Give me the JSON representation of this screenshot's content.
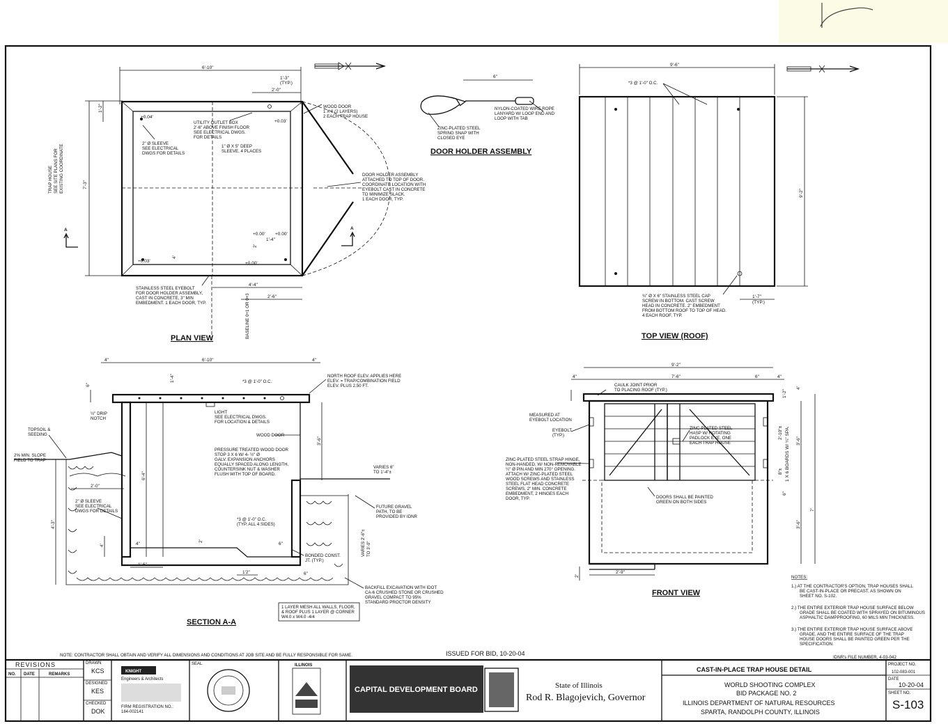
{
  "sheet": {
    "contractor_note": "NOTE: CONTRACTOR SHALL OBTAIN AND VERIFY ALL DIMENSIONS AND CONDITIONS AT JOB SITE AND BE FULLY RESPONSIBLE FOR SAME.",
    "issued": "ISSUED FOR BID, 10-20-04",
    "idnr_file": "IDNR's FILE NUMBER, 4-03-042"
  },
  "plan_view": {
    "title": "PLAN VIEW",
    "dims": [
      "6'-10\"",
      "1'-3\"",
      "(TYP.)",
      "2'-0\"",
      "7'-3\"",
      "4'-4\"",
      "2'-6\"",
      "1'-4\"",
      "2'",
      "1'-2\"",
      "4'",
      "1'-4\"",
      "(TYP.)"
    ],
    "elevs": [
      "+0.04'",
      "+0.03'",
      "+0.03'",
      "+0.00'",
      "+0.00'",
      "+0.00'"
    ],
    "section_mark": "A",
    "side_note_1": "TRAP HOUSE",
    "side_note_2": "SEE SITE PLANS FOR",
    "side_note_3": "EXISTING COORDINATE",
    "centerline": "BASELINE 0+1 OR 0+3",
    "notes": {
      "wood_door": [
        "WOOD DOOR",
        "1 X 6 (2 LAYERS)",
        "2 EACH TRAP HOUSE"
      ],
      "utility": [
        "UTILITY OUTLET BOX",
        "2'-6\" ABOVE FINISH FLOOR",
        "SEE ELECTRICAL DWGS.",
        "FOR DETAILS"
      ],
      "sleeve": [
        "2\" Ø SLEEVE",
        "SEE ELECTRICAL",
        "DWGS FOR DETAILS"
      ],
      "deep_sleeve": [
        "1\" Ø X 5\" DEEP",
        "SLEEVE, 4 PLACES"
      ],
      "door_holder": [
        "DOOR HOLDER ASSEMBLY",
        "ATTACHED TO TOP OF DOOR.",
        "COORDINATE LOCATION WITH",
        "EYEBOLT CAST IN CONCRETE",
        "TO MINIMIZE SLACK.",
        "1 EACH DOOR, TYP."
      ],
      "eyebolt": [
        "STAINLESS STEEL EYEBOLT",
        "FOR DOOR HOLDER ASSEMBLY,",
        "CAST IN CONCRETE, 3\" MIN",
        "EMBEDMENT.  1 EACH DOOR, TYP."
      ]
    }
  },
  "door_holder": {
    "title": "DOOR HOLDER ASSEMBLY",
    "dim": "6\"",
    "notes": {
      "lanyard": [
        "NYLON-COATED WIRE ROPE",
        "LANYARD W/ LOOP END AND",
        "LOOP WITH TAB"
      ],
      "snap": [
        "ZINC-PLATED STEEL",
        "SPRING SNAP WITH",
        "CLOSED EYE"
      ]
    }
  },
  "top_view": {
    "title": "TOP VIEW (ROOF)",
    "dims": [
      "9'-6\"",
      "9'-2\"",
      "1'-7\"",
      "(TYP.)"
    ],
    "spacing_note": "*3 @ 1'-0\" O.C.",
    "cap_note": [
      "¾\" Ø X 6\" STAINLESS STEEL CAP",
      "SCREW IN BOTTOM.  CAST SCREW",
      "HEAD IN CONCRETE.  2\" EMBEDMENT",
      "FROM BOTTOM ROOF TO TOP OF HEAD.",
      "4 EACH ROOF, TYP."
    ]
  },
  "section_aa": {
    "title": "SECTION A-A",
    "dims": [
      "4\"",
      "6'-10\"",
      "4\"",
      "2'-0\"",
      "4\"",
      "1'-6\"",
      "6\"",
      "1'2\"",
      "6\"",
      "4'-3\"",
      "4'",
      "3'-6\"",
      "6'-4\"",
      "6\"",
      "1'-4\"",
      "2'"
    ],
    "notes": {
      "roof_elev": [
        "NORTH ROOF ELEV. APPLIES HERE",
        "ELEV. = TRAP/COMBINATION FIELD",
        "ELEV. PLUS 2.50 FT."
      ],
      "spacing": "*3 @ 1'-0\" O.C.",
      "drip": [
        "½\" DRIP",
        "NOTCH"
      ],
      "light": [
        "LIGHT",
        "SEE ELECTRICAL DWGS.",
        "FOR LOCATION & DETAILS"
      ],
      "wood_door": "WOOD DOOR",
      "stop": [
        "PRESSURE TREATED WOOD DOOR",
        "STOP 3 X 6  W/ 4- ½\" Ø",
        "GALV. EXPANSION ANCHORS",
        "EQUALLY SPACED ALONG LENGTH.",
        "COUNTERSINK NUT & WASHER",
        "FLUSH WITH TOP OF BOARD."
      ],
      "topsoil": [
        "TOPSOIL &",
        "SEEDING"
      ],
      "slope": [
        "2% MIN. SLOPE",
        "FIELD TO TRAP"
      ],
      "sleeve": [
        "2\" Ø SLEEVE",
        "SEE ELECTRICAL",
        "DWGS FOR DETAILS"
      ],
      "varies": [
        "VARIES 6\"",
        "TO 1'-4\"±"
      ],
      "gravel": [
        "FUTURE GRAVEL",
        "PATH, TO BE",
        "PROVIDED BY IDNR"
      ],
      "spacing2": [
        "*3 @ 1'-0\" O.C.",
        "(TYP. ALL 4 SIDES)"
      ],
      "bonded": [
        "BONDED CONST.",
        "JT. (TYP.)"
      ],
      "varies2": [
        "VARIES 2'-6\"±",
        "TO 3'-0\""
      ],
      "backfill": [
        "BACKFILL EXCAVATION WITH IDOT",
        "CA-6 CRUSHED STONE OR CRUSHED",
        "GRAVEL COMPACT TO 95%",
        "STANDARD PROCTOR DENSITY"
      ],
      "mesh": [
        "1 LAYER MESH ALL WALLS, FLOOR,",
        "& ROOF PLUS 1 LAYER @ CORNER",
        "W4.0 x W4.0 -4/4"
      ]
    }
  },
  "front_view": {
    "title": "FRONT VIEW",
    "dims": [
      "9'-2\"",
      "4\"",
      "7'-6\"",
      "6\"",
      "4\"",
      "2'-9\"",
      "2'",
      "3'-6\"",
      "7'",
      "3'-6\"",
      "4'",
      "1'-2\"",
      "6\"",
      "2'-10\"±",
      "8\"±"
    ],
    "notes": {
      "caulk": [
        "CAULK JOINT PRIOR",
        "TO PLACING ROOF (TYP.)"
      ],
      "measured": [
        "MEASURED AT",
        "EYEBOLT LOCATION"
      ],
      "eyebolt": [
        "EYEBOLT",
        "(TYP.)"
      ],
      "hasp": [
        "ZINC-PLATED STEEL",
        "HASP W/ ROTATING",
        "PADLOCK EYE, ONE",
        "EACH TRAP HOUSE"
      ],
      "hinge": [
        "ZINC-PLATED STEEL STRAP HINGE,",
        "NON-HANDED, W/ NON-REMOVABLE",
        "¼\" Ø PIN AND MIN 270° OPENING.",
        "ATTACH W/ ZINC-PLATED STEEL",
        "WOOD SCREWS AND STAINLESS",
        "STEEL FLAT HEAD CONCRETE",
        "SCREWS, 2\" MIN. CONCRETE",
        "EMBEDMENT, 2 HINGES EACH",
        "DOOR, TYP."
      ],
      "paint": [
        "DOORS SHALL BE PAINTED",
        "GREEN ON BOTH SIDES"
      ],
      "boards": "1 X 6 BOARDS W/ ¼\" SPA."
    }
  },
  "general_notes": {
    "heading": "NOTES:",
    "items": [
      [
        "1.) AT THE CONTRACTOR'S OPTION, TRAP HOUSES SHALL",
        "BE CAST-IN-PLACE OR PRECAST, AS SHOWN ON",
        "SHEET NO. S-102."
      ],
      [
        "2.) THE ENTIRE EXTERIOR TRAP HOUSE SURFACE BELOW",
        "GRADE SHALL BE COATED WITH SPRAYED ON BITUMINOUS",
        "ASPHALTIC DAMPPROOFING, 60 MILS MIN THICKNESS."
      ],
      [
        "3.) THE ENTIRE EXTERIOR TRAP HOUSE SURFACE ABOVE",
        "GRADE, AND THE ENTIRE SURFACE OF THE TRAP",
        "HOUSE DOORS SHALL BE PAINTED GREEN PER THE",
        "SPECIFICATION."
      ]
    ]
  },
  "title_block": {
    "revisions": "REVISIONS",
    "rev_cols": [
      "NO.",
      "DATE",
      "REMARKS"
    ],
    "drawn_label": "DRAWN",
    "drawn": "KCS",
    "designed_label": "DESIGNED",
    "designed": "KES",
    "checked_label": "CHECKED",
    "checked": "DOK",
    "firm": "KNIGHT",
    "firm_sub": "Engineers & Architects",
    "firm_reg": [
      "FIRM REGISTRATION NO.:",
      "184-002141"
    ],
    "seal_label": "SEAL",
    "state_seal": "ILLINOIS",
    "board": "CAPITAL DEVELOPMENT BOARD",
    "state": "State of Illinois",
    "governor": "Rod R. Blagojevich, Governor",
    "sheet_title": "CAST-IN-PLACE TRAP HOUSE DETAIL",
    "project_lines": [
      "WORLD SHOOTING COMPLEX",
      "BID PACKAGE NO. 2",
      "ILLINOIS DEPARTMENT OF NATURAL RESOURCES",
      "SPARTA, RANDOLPH COUNTY, ILLINOIS"
    ],
    "project_no_label": "PROJECT NO.",
    "project_no": "102-083-001",
    "date_label": "DATE",
    "date": "10-20-04",
    "sheet_no_label": "SHEET NO.",
    "sheet_no": "S-103"
  }
}
